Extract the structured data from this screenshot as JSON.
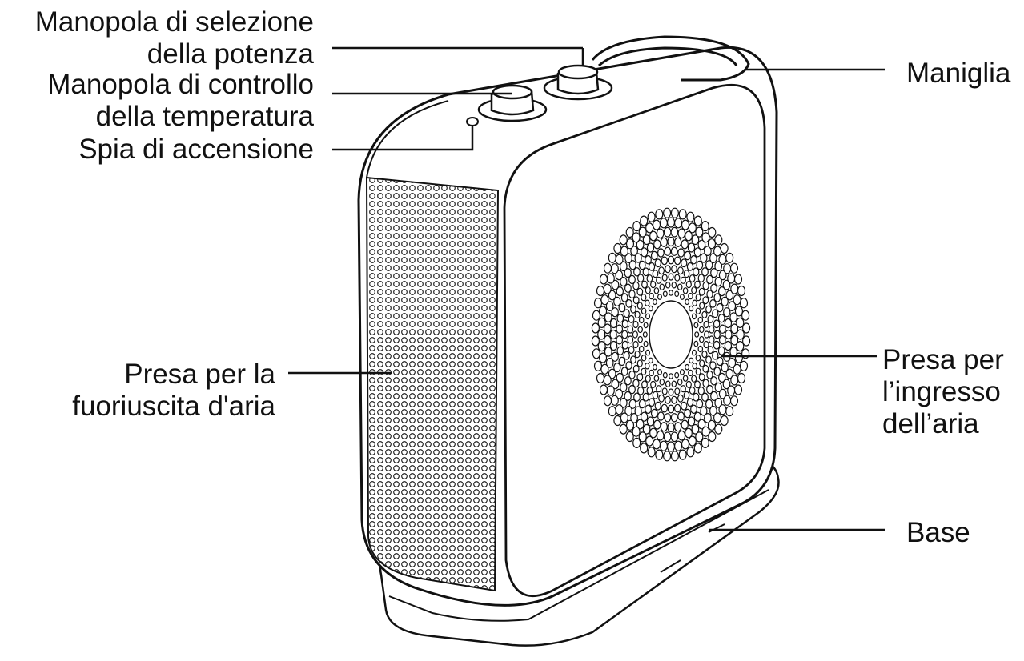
{
  "labels": {
    "power_knob": [
      "Manopola di selezione",
      "della potenza"
    ],
    "temp_knob": [
      "Manopola di controllo",
      "della temperatura"
    ],
    "power_light": [
      "Spia di accensione"
    ],
    "air_outlet": [
      "Presa per la",
      "fuoriuscita d'aria"
    ],
    "handle": [
      "Maniglia"
    ],
    "air_inlet": [
      "Presa per",
      "l’ingresso",
      "dell’aria"
    ],
    "base": [
      "Base"
    ]
  },
  "colors": {
    "line": "#111111",
    "fill": "#ffffff"
  }
}
